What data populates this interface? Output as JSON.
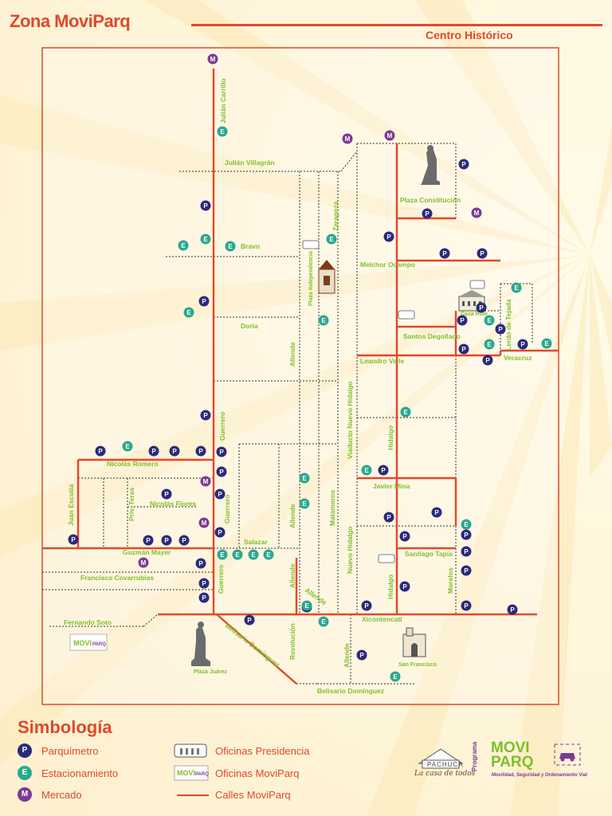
{
  "header": {
    "title": "Zona MoviParq",
    "subtitle": "Centro Histórico"
  },
  "colors": {
    "accent": "#e2482a",
    "street_label": "#7fbf2a",
    "parquimetro": "#2b2a7a",
    "estacionamiento": "#2aa88f",
    "mercado": "#7b3a94"
  },
  "streets": {
    "julian_carrillo": "Julián Carrillo",
    "julian_villagran": "Julián Villagrán",
    "bravo": "Bravo",
    "doria": "Doria",
    "guerrero": "Guerrero",
    "nicolas_romero": "Nicolás Romero",
    "juan_escutia": "Juan Escutia",
    "priv_teras": "Priv. Teras",
    "nicolas_flores": "Nicolás Flores",
    "salazar": "Salazar",
    "guzman_mayer": "Guzmán Mayer",
    "francisco_covarrubias": "Francisco Covarrubias",
    "fernando_soto": "Fernando Soto",
    "belisario_dominguez_diag": "Belisario Domínguez",
    "revolucion": "Revolución",
    "allende": "Allende",
    "zaragoza": "Zaragoza",
    "plaza_independencia": "Plaza Independencia",
    "viaducto": "Viaducto Nuevo Hidalgo",
    "matamoros": "Matamoros",
    "nuevo_hidalgo": "Nuevo Hidalgo",
    "melchor_ocampo": "Melchor Ocampo",
    "plaza_constitucion": "Plaza Constitución",
    "santos_degollado": "Santos Degollado",
    "leandro_valle": "Leandro Valle",
    "hidalgo": "Hidalgo",
    "javier_mina": "Javier Mina",
    "santiago_tapia": "Santiago Tapia",
    "morelos": "Morelos",
    "xicontencatl": "Xicontencatl",
    "casa_rule": "Casa Rule",
    "lerdo_de_tejada": "Lerdo de Tejada",
    "veracruz": "Veracruz",
    "san_francisco": "San Francisco",
    "plaza_juarez": "Plaza Juárez",
    "belisario_dominguez": "Belisario Domínguez"
  },
  "legend": {
    "title": "Simbología",
    "parquimetro": "Parquímetro",
    "estacionamiento": "Estacionamiento",
    "mercado": "Mercado",
    "oficinas_presidencia": "Oficinas Presidencia",
    "oficinas_moviparq": "Oficinas MoviParq",
    "calles_moviparq": "Calles MoviParq"
  },
  "icons": {
    "parquimetro": "P",
    "estacionamiento": "E",
    "mercado": "M"
  },
  "brands": {
    "pachuca": "PACHUCA",
    "pachuca_tag": "La casa de todos",
    "programa": "Programa",
    "moviparq": "MOVI PARQ",
    "moviparq_tag": "Movilidad, Seguridad y Ordenamiento Vial"
  },
  "map_markers": {
    "mercado": [
      [
        267,
        74
      ],
      [
        436,
        174
      ],
      [
        489,
        170
      ],
      [
        598,
        267
      ],
      [
        258,
        604
      ],
      [
        256,
        656
      ],
      [
        180,
        706
      ]
    ],
    "estacionamiento": [
      [
        279,
        165
      ],
      [
        416,
        300
      ],
      [
        258,
        300
      ],
      [
        230,
        308
      ],
      [
        289,
        309
      ],
      [
        237,
        392
      ],
      [
        406,
        402
      ],
      [
        614,
        402
      ],
      [
        614,
        432
      ],
      [
        686,
        431
      ],
      [
        648,
        361
      ],
      [
        509,
        517
      ],
      [
        160,
        560
      ],
      [
        460,
        590
      ],
      [
        382,
        600
      ],
      [
        382,
        632
      ],
      [
        585,
        658
      ],
      [
        279,
        696
      ],
      [
        298,
        696
      ],
      [
        318,
        696
      ],
      [
        337,
        696
      ],
      [
        385,
        760
      ],
      [
        406,
        780
      ],
      [
        496,
        849
      ]
    ],
    "parquimetro": [
      [
        582,
        206
      ],
      [
        258,
        258
      ],
      [
        536,
        268
      ],
      [
        488,
        297
      ],
      [
        558,
        318
      ],
      [
        605,
        318
      ],
      [
        256,
        378
      ],
      [
        580,
        402
      ],
      [
        604,
        386
      ],
      [
        628,
        413
      ],
      [
        582,
        438
      ],
      [
        656,
        432
      ],
      [
        612,
        452
      ],
      [
        258,
        521
      ],
      [
        126,
        566
      ],
      [
        193,
        566
      ],
      [
        219,
        566
      ],
      [
        252,
        566
      ],
      [
        278,
        567
      ],
      [
        278,
        592
      ],
      [
        209,
        620
      ],
      [
        276,
        620
      ],
      [
        548,
        643
      ],
      [
        488,
        649
      ],
      [
        585,
        671
      ],
      [
        508,
        673
      ],
      [
        92,
        677
      ],
      [
        186,
        678
      ],
      [
        209,
        678
      ],
      [
        231,
        678
      ],
      [
        276,
        668
      ],
      [
        585,
        692
      ],
      [
        252,
        707
      ],
      [
        585,
        716
      ],
      [
        256,
        732
      ],
      [
        508,
        736
      ],
      [
        256,
        750
      ],
      [
        460,
        760
      ],
      [
        585,
        760
      ],
      [
        643,
        765
      ],
      [
        385,
        762
      ],
      [
        313,
        778
      ],
      [
        454,
        822
      ],
      [
        481,
        590
      ]
    ]
  }
}
